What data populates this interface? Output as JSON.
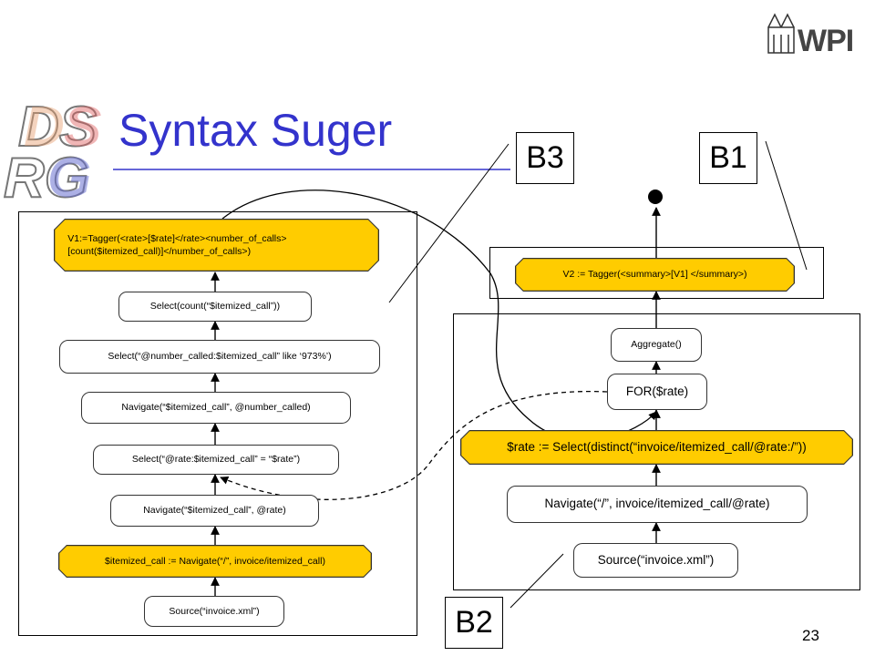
{
  "slide": {
    "title": "Syntax Suger",
    "page_number": "23",
    "logo_text": "WPI",
    "colors": {
      "title": "#3333cc",
      "highlight": "#ffcc00",
      "accent": "#3333cc"
    }
  },
  "logos": {
    "dsrg": "DSRG",
    "wpi": "WPI"
  },
  "labels": {
    "b1": "B1",
    "b2": "B2",
    "b3": "B3"
  },
  "left_plan": {
    "nodes": [
      {
        "text": "V1:=Tagger(<rate>[$rate]</rate><number_of_calls>",
        "text2": "[count($itemized_call)]</number_of_calls>)"
      },
      {
        "text": "Select(count(“$itemized_call”))"
      },
      {
        "text": "Select(“@number_called:$itemized_call”  like ‘973%’)"
      },
      {
        "text": "Navigate(“$itemized_call”,  @number_called)"
      },
      {
        "text": "Select(“@rate:$itemized_call”  =  “$rate”)"
      },
      {
        "text": "Navigate(“$itemized_call”,  @rate)"
      },
      {
        "text": "$itemized_call := Navigate(“/”,  invoice/itemized_call)"
      },
      {
        "text": "Source(“invoice.xml”)"
      }
    ]
  },
  "right_plan": {
    "tagger": "V2 := Tagger(<summary>[V1] </summary>)",
    "nodes": [
      {
        "text": "Aggregate()"
      },
      {
        "text": "FOR($rate)"
      },
      {
        "text": "$rate := Select(distinct(“invoice/itemized_call/@rate:/”))"
      },
      {
        "text": "Navigate(“/”, invoice/itemized_call/@rate)"
      },
      {
        "text": "Source(“invoice.xml”)"
      }
    ]
  }
}
